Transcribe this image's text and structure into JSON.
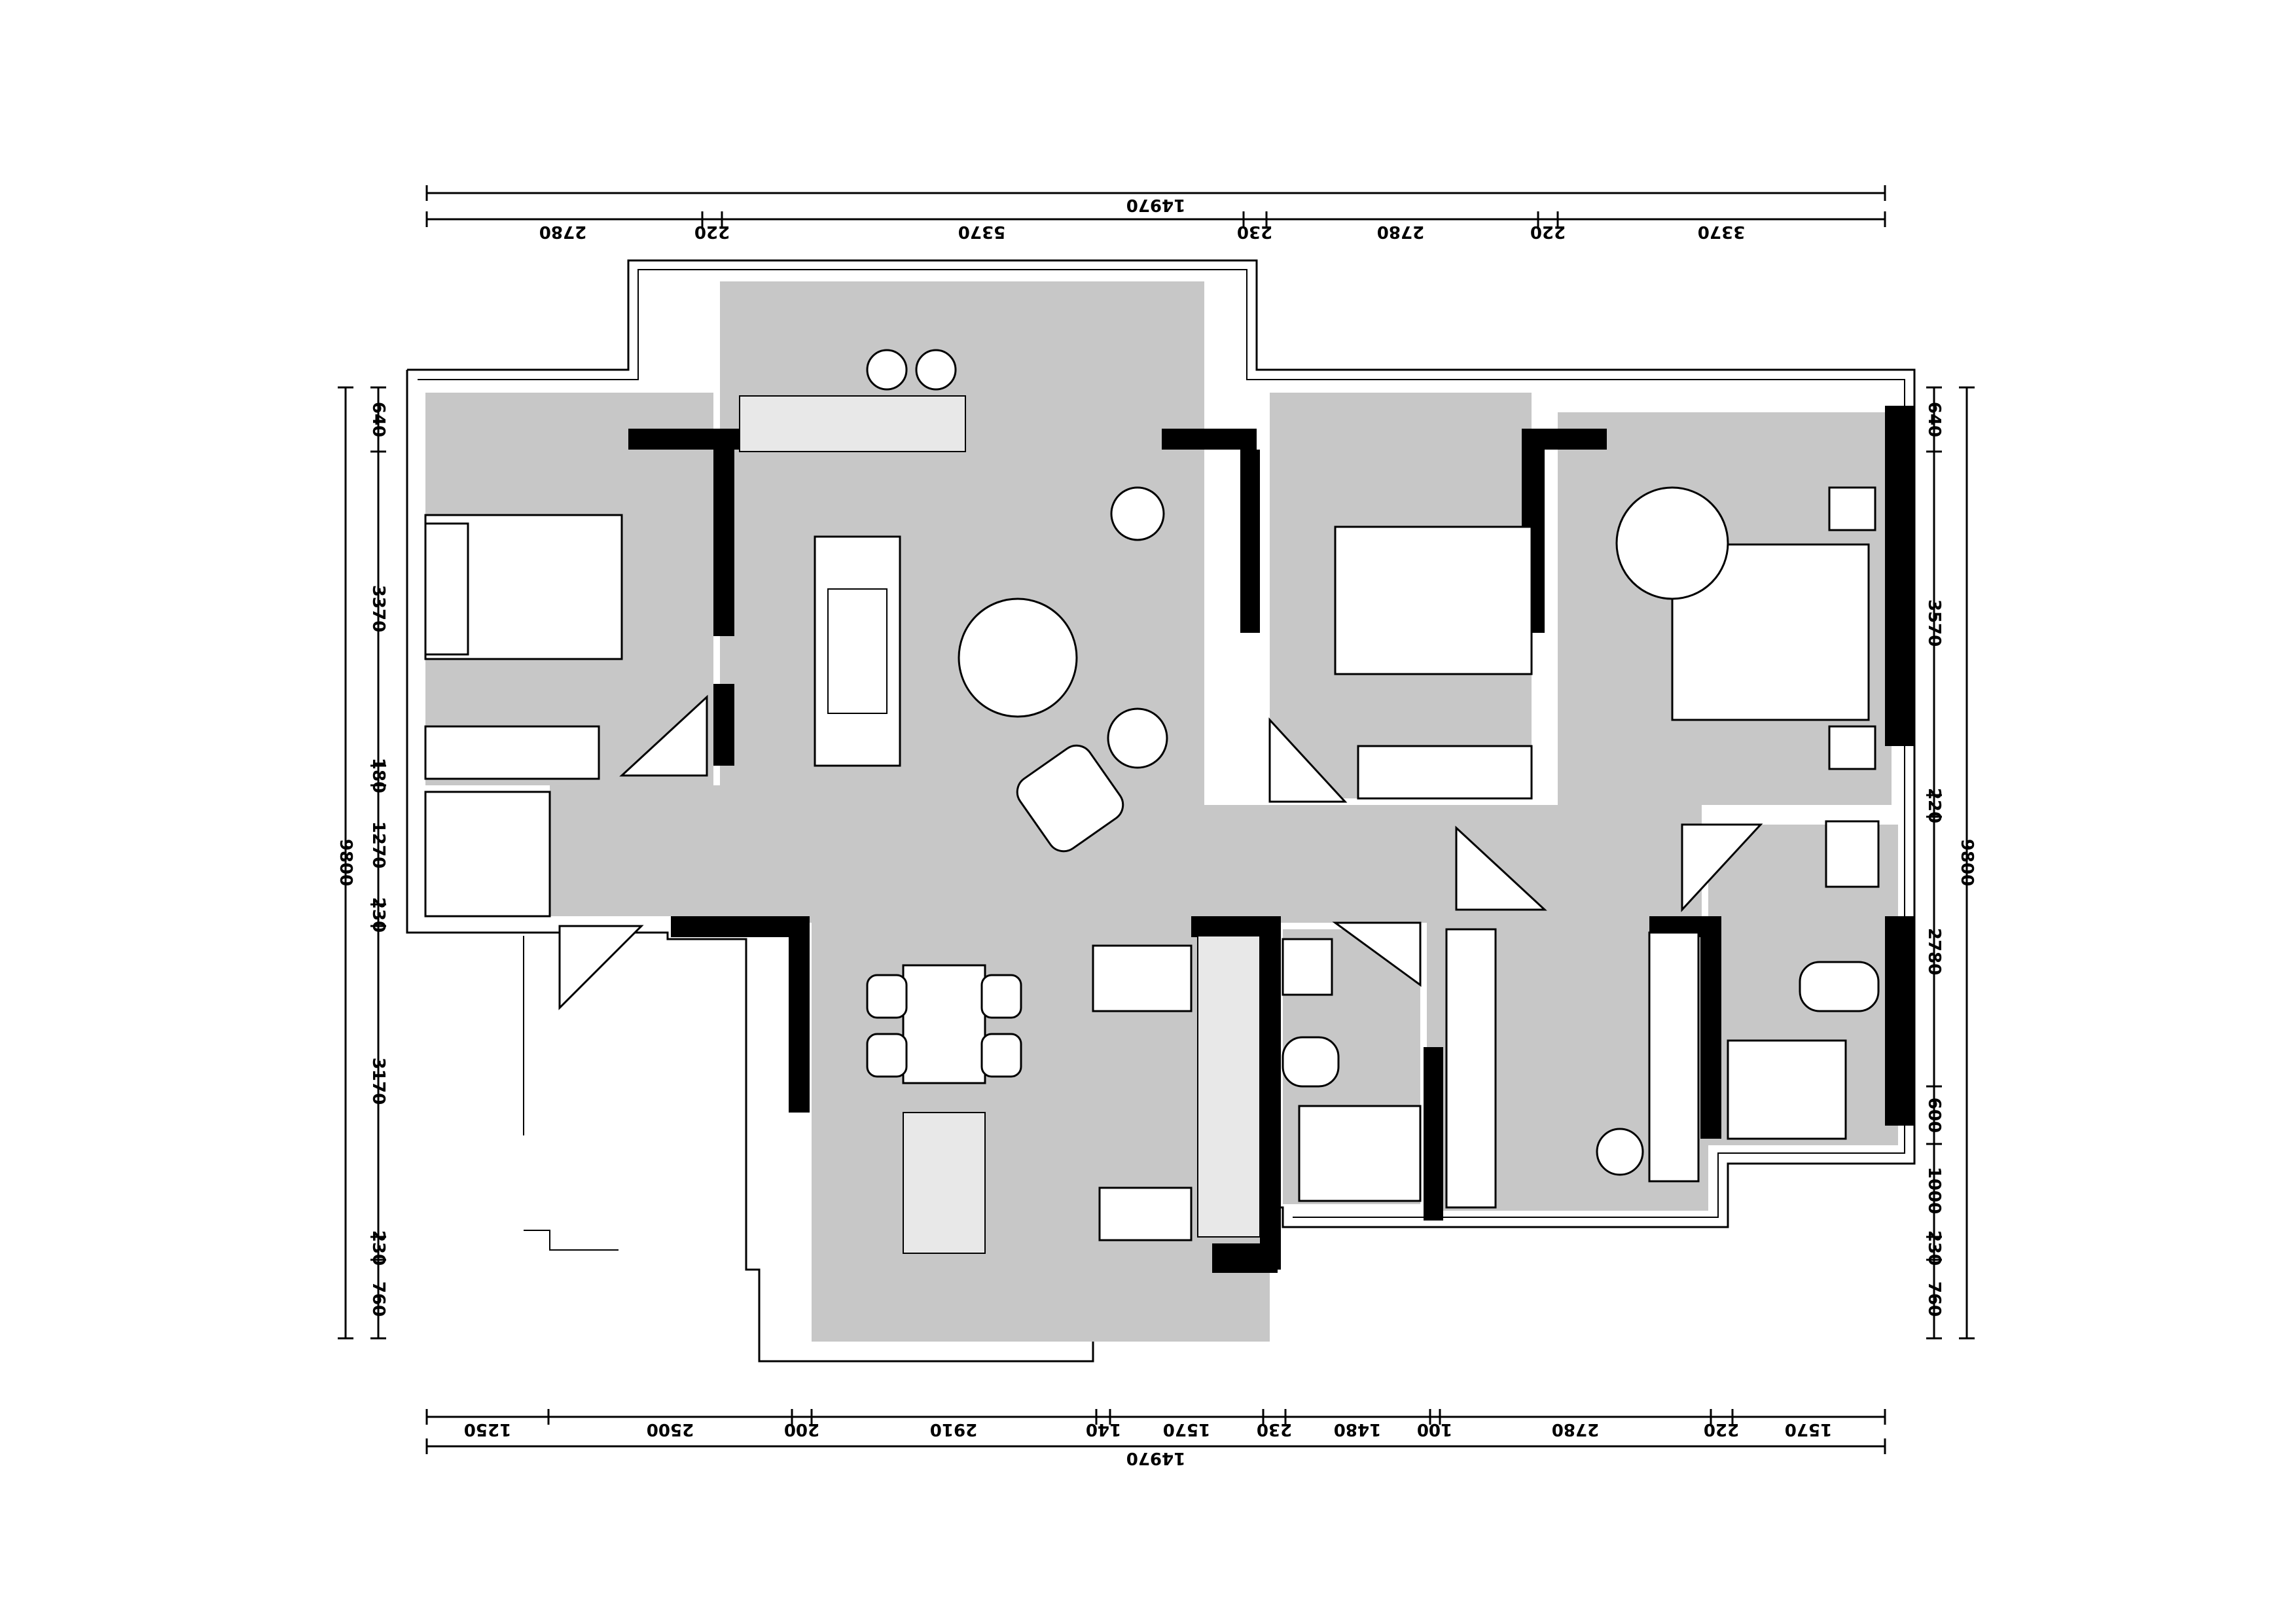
{
  "drawing": {
    "top_total": "14970",
    "top_segments": [
      "2780",
      "220",
      "5370",
      "230",
      "2780",
      "220",
      "3370"
    ],
    "bottom_total": "14970",
    "bottom_segments": [
      "1250",
      "2500",
      "200",
      "2910",
      "140",
      "1570",
      "230",
      "1480",
      "100",
      "2780",
      "220",
      "1570"
    ],
    "left_total": "9800",
    "left_segments": [
      "640",
      "3370",
      "180",
      "1270",
      "230",
      "3170",
      "230",
      "760"
    ],
    "right_total": "9800",
    "right_segments": [
      "640",
      "3570",
      "220",
      "2780",
      "600",
      "1000",
      "230",
      "760"
    ]
  }
}
